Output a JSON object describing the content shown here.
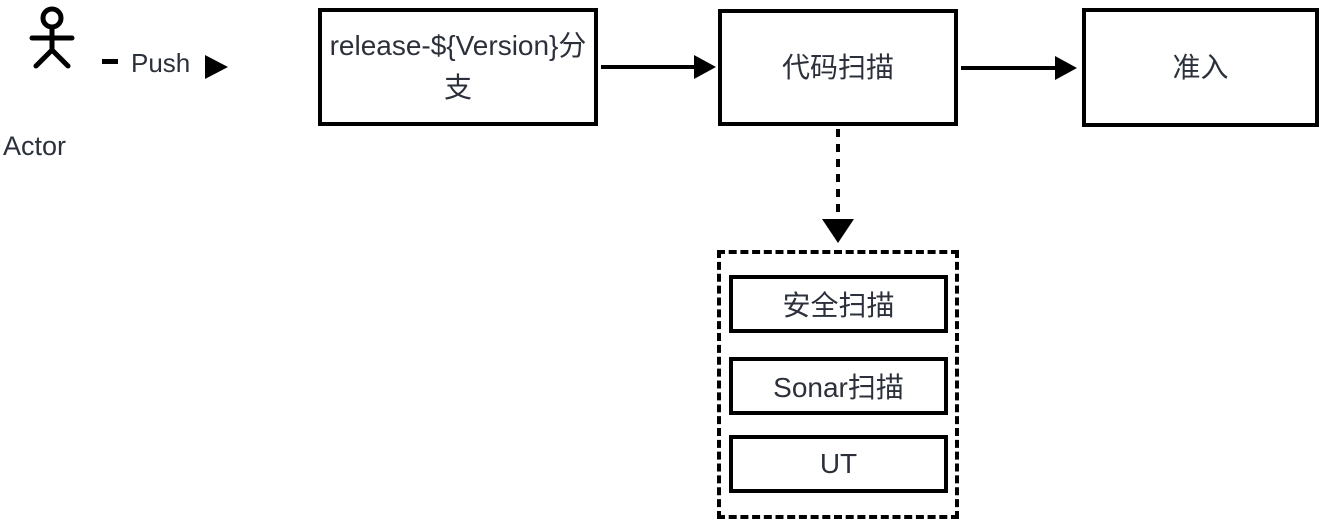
{
  "colors": {
    "line": "#000000",
    "text": "#2b303a",
    "background": "#ffffff"
  },
  "actor": {
    "label": "Actor",
    "action_label": "Push"
  },
  "nodes": {
    "release_branch": {
      "label": "release-${Version}分支"
    },
    "code_scan": {
      "label": "代码扫描"
    },
    "admission": {
      "label": "准入"
    }
  },
  "scan_group": {
    "items": [
      {
        "label": "安全扫描"
      },
      {
        "label": "Sonar扫描"
      },
      {
        "label": "UT"
      }
    ]
  }
}
